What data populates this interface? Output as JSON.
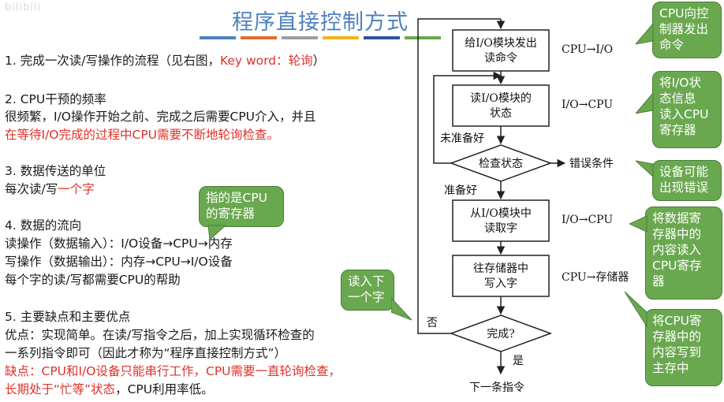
{
  "watermark": "bilibili",
  "title": "程序直接控制方式",
  "accent_bars": [
    "#4f81bd",
    "#e26b2e",
    "#9e9e9e",
    "#f1b31c",
    "#2f5597",
    "#6aa84f"
  ],
  "left": {
    "item1_prefix": "1. 完成一次读/写操作的流程（见右图，",
    "item1_keyword": "Key word：轮询",
    "item1_suffix": "）",
    "item2_title": "2. CPU干预的频率",
    "item2_line1": "很频繁，I/O操作开始之前、完成之后需要CPU介入，并且",
    "item2_line2": "在等待I/O完成的过程中CPU需要不断地轮询检查。",
    "item3_title": "3. 数据传送的单位",
    "item3_prefix": "每次读/写",
    "item3_red": "一个字",
    "item4_title": "4. 数据的流向",
    "item4_line1": "读操作（数据输入）：I/O设备→CPU→内存",
    "item4_line2": "写操作（数据输出）：内存→CPU→I/O设备",
    "item4_line3": "每个字的读/写都需要CPU的帮助",
    "item5_title": "5. 主要缺点和主要优点",
    "item5_line1": "优点：实现简单。在读/写指令之后，加上实现循环检查的",
    "item5_line2": "一系列指令即可（因此才称为“程序直接控制方式”）",
    "item5_line3": "缺点：CPU和I/O设备只能串行工作，CPU需要一直轮询检查，",
    "item5_line4_red": "长期处于“忙等”状态",
    "item5_line4_rest": "，CPU利用率低。"
  },
  "callouts": {
    "register": [
      "指的是CPU",
      "的寄存器"
    ],
    "read_word": [
      "读入下",
      "一个字"
    ],
    "cpu_cmd": [
      "CPU向控",
      "制器发出",
      "命令"
    ],
    "read_status": [
      "将I/O状",
      "态信息",
      "读入CPU",
      "寄存器"
    ],
    "error": [
      "设备可能",
      "出现错误"
    ],
    "read_data": [
      "将数据寄",
      "存器中的",
      "内容读入",
      "CPU寄存",
      "器"
    ],
    "write_mem": [
      "将CPU寄",
      "存器中的",
      "内容写到",
      "主存中"
    ]
  },
  "flowchart": {
    "box1": [
      "给I/O模块发出",
      "读命令"
    ],
    "box2": [
      "读I/O模块的",
      "状态"
    ],
    "decision1": "检查状态",
    "not_ready": "未准备好",
    "ready": "准备好",
    "error_cond": "错误条件",
    "box3": [
      "从I/O模块中",
      "读取字"
    ],
    "box4": [
      "往存储器中",
      "写入字"
    ],
    "decision2": "完成?",
    "no": "否",
    "yes": "是",
    "next": "下一条指令",
    "label1": "CPU→I/O",
    "label2": "I/O→CPU",
    "label3": "I/O→CPU",
    "label4": "CPU→存储器"
  },
  "colors": {
    "title": "#4f81bd",
    "red": "#e0312a",
    "callout_green": "#6aa84f"
  }
}
